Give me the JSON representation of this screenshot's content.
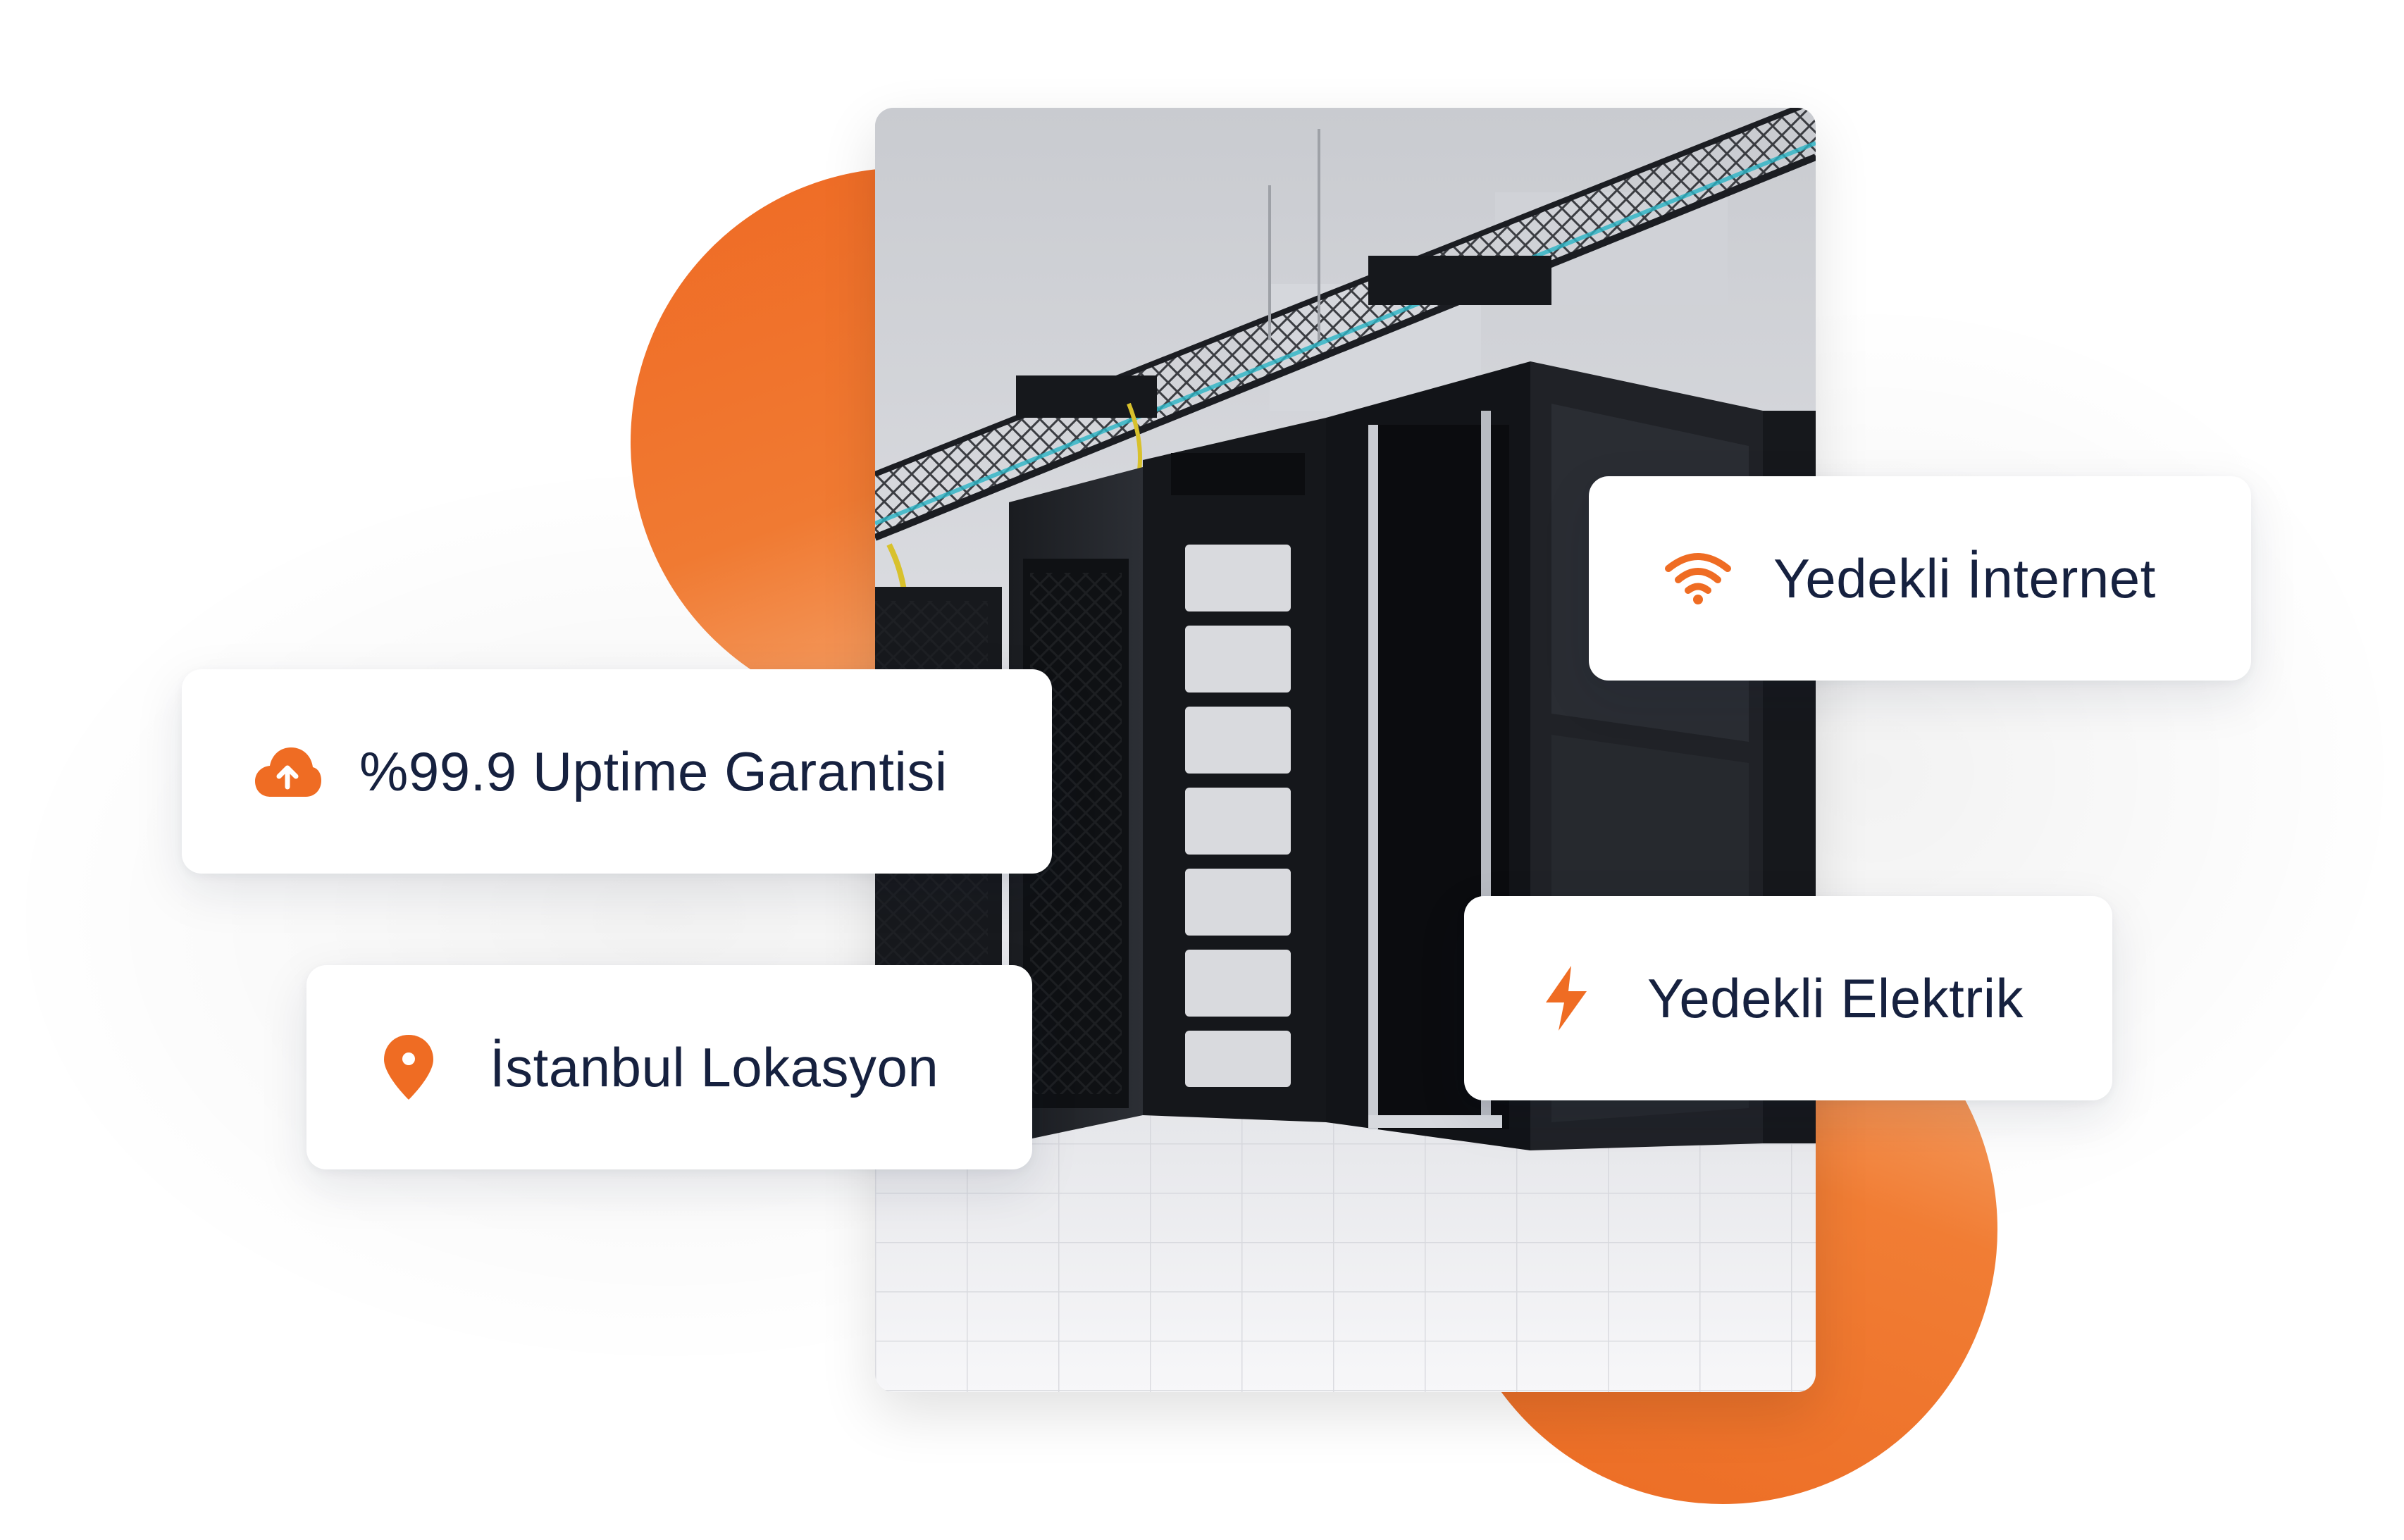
{
  "colors": {
    "accent": "#ef6c23",
    "text": "#16213f",
    "card_background": "#ffffff"
  },
  "photo": {
    "subject": "server racks in a data center"
  },
  "features": [
    {
      "label": "%99.9 Uptime Garantisi",
      "icon": "cloud-upload-icon"
    },
    {
      "label": "İstanbul Lokasyon",
      "icon": "location-pin-icon"
    },
    {
      "label": "Yedekli İnternet",
      "icon": "wifi-icon"
    },
    {
      "label": "Yedekli Elektrik",
      "icon": "lightning-bolt-icon"
    }
  ]
}
